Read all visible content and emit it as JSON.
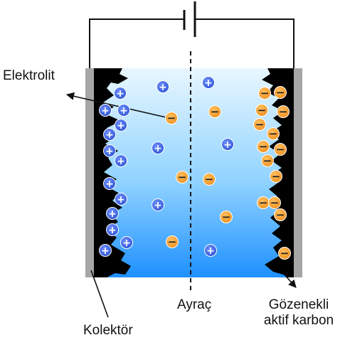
{
  "labels": {
    "electrolyte": "Elektrolit",
    "separator": "Ayraç",
    "collector": "Kolektör",
    "porous_carbon_line1": "Gözenekli",
    "porous_carbon_line2": "aktif karbon"
  },
  "symbols": {
    "positive": "+",
    "negative": "−"
  },
  "colors": {
    "positive_ion": "#2f55d4",
    "negative_ion": "#f0901e",
    "electrode": "#000000",
    "collector": "#a6a6a6",
    "electrolyte_top": "#e8f7ff",
    "electrolyte_bottom": "#1e90ff"
  },
  "icons": {
    "battery": "battery-symbol-icon"
  }
}
